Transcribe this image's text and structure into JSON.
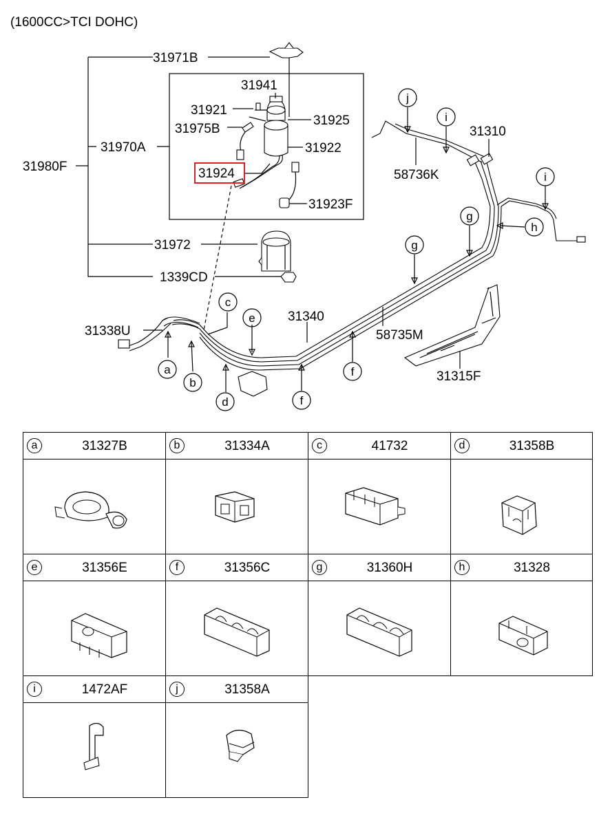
{
  "header": {
    "engine": "(1600CC>TCI DOHC)"
  },
  "accent_color": "#e02020",
  "callouts": {
    "p31971B": "31971B",
    "p31941": "31941",
    "p31921": "31921",
    "p31925": "31925",
    "p31975B": "31975B",
    "p31922": "31922",
    "p31970A": "31970A",
    "p31980F": "31980F",
    "p31924": "31924",
    "p31923F": "31923F",
    "p31972": "31972",
    "p1339CD": "1339CD",
    "p31338U": "31338U",
    "p31340": "31340",
    "p58735M": "58735M",
    "p31315F": "31315F",
    "p58736K": "58736K",
    "p31310": "31310"
  },
  "letters": {
    "a": "a",
    "b": "b",
    "c": "c",
    "d": "d",
    "e": "e",
    "f": "f",
    "g": "g",
    "h": "h",
    "i": "i",
    "j": "j"
  },
  "parts_table": [
    {
      "letter": "a",
      "code": "31327B"
    },
    {
      "letter": "b",
      "code": "31334A"
    },
    {
      "letter": "c",
      "code": "41732"
    },
    {
      "letter": "d",
      "code": "31358B"
    },
    {
      "letter": "e",
      "code": "31356E"
    },
    {
      "letter": "f",
      "code": "31356C"
    },
    {
      "letter": "g",
      "code": "31360H"
    },
    {
      "letter": "h",
      "code": "31328"
    },
    {
      "letter": "i",
      "code": "1472AF"
    },
    {
      "letter": "j",
      "code": "31358A"
    }
  ]
}
